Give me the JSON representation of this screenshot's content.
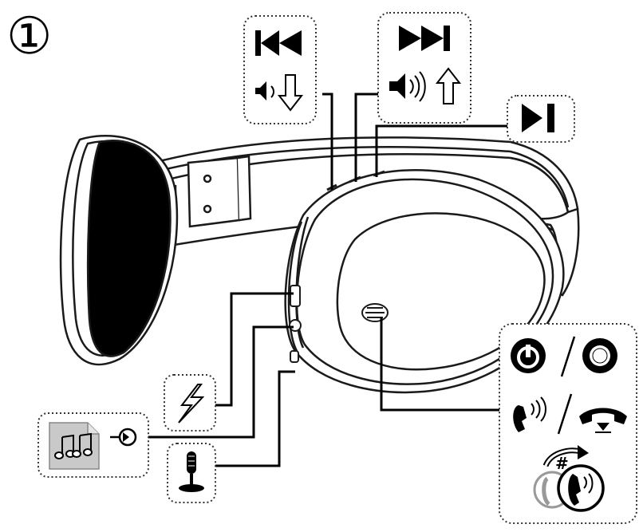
{
  "step_number": "①",
  "colors": {
    "ink": "#000000",
    "outline": "#1a1a1a",
    "dotted_border": "#333333",
    "ear_cushion": "#000000",
    "note_tile": "#c9c9c9"
  },
  "callouts": [
    {
      "id": "prev-track-volume-down",
      "icons": [
        "previous-track-icon",
        "volume-down-icon"
      ]
    },
    {
      "id": "next-track-volume-up",
      "icons": [
        "next-track-icon",
        "volume-up-icon"
      ]
    },
    {
      "id": "play-pause",
      "icons": [
        "play-pause-icon"
      ]
    },
    {
      "id": "power-call-controls",
      "icons": [
        "power-icon",
        "power-off-icon",
        "answer-call-icon",
        "hang-up-icon",
        "redial-icon",
        "call-swap-icon"
      ],
      "hash_label": "#"
    },
    {
      "id": "charging-port",
      "icons": [
        "lightning-icon"
      ]
    },
    {
      "id": "aux-audio-in",
      "icons": [
        "music-file-icon",
        "audio-input-icon"
      ]
    },
    {
      "id": "microphone",
      "icons": [
        "microphone-icon"
      ]
    }
  ]
}
